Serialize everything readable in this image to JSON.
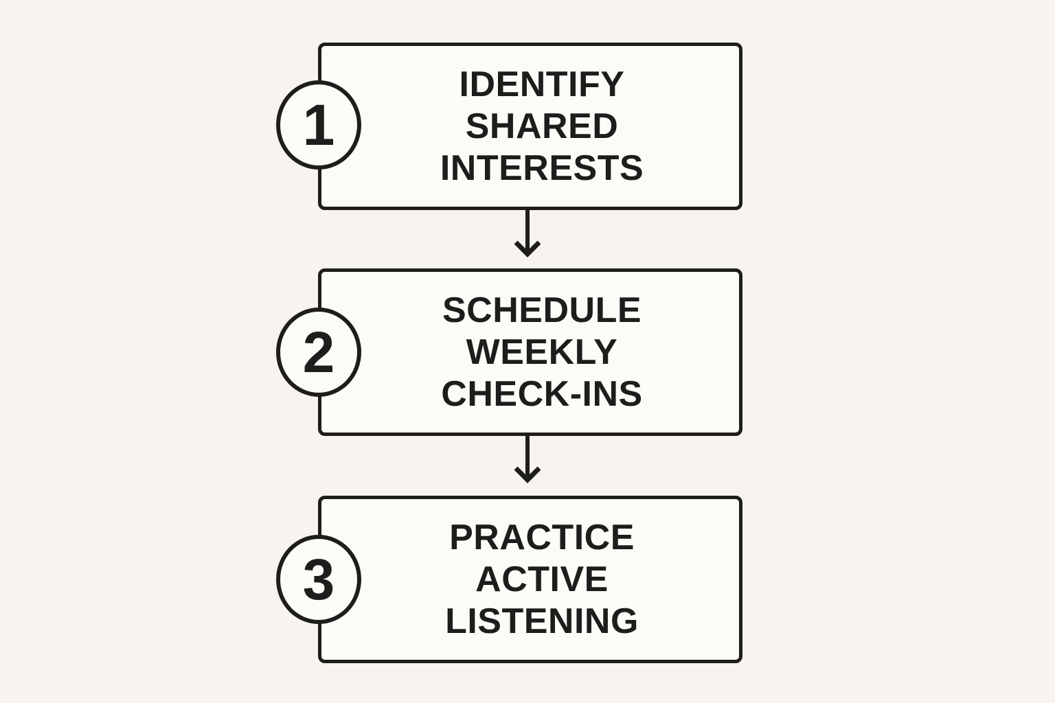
{
  "diagram": {
    "type": "flowchart",
    "direction": "top-down",
    "steps": [
      {
        "number": "1",
        "label": "IDENTIFY\nSHARED\nINTERESTS"
      },
      {
        "number": "2",
        "label": "SCHEDULE\nWEEKLY\nCHECK-INS"
      },
      {
        "number": "3",
        "label": "PRACTICE\nACTIVE\nLISTENING"
      }
    ],
    "connectors": [
      {
        "from": "1",
        "to": "2",
        "style": "arrow-down"
      },
      {
        "from": "2",
        "to": "3",
        "style": "arrow-down"
      }
    ],
    "colors": {
      "background": "#f7f4f0",
      "box_fill": "#fcfbf8",
      "stroke": "#1e1d1b",
      "text": "#1e1d1b"
    }
  }
}
